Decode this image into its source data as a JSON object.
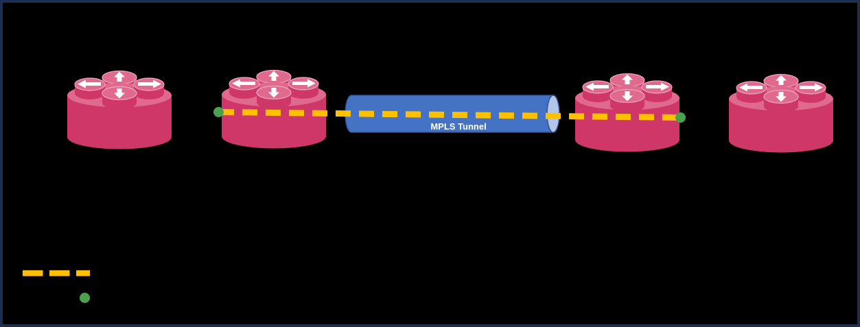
{
  "diagram": {
    "tunnel": {
      "label": "MPLS Tunnel"
    },
    "routers": [
      {
        "id": "router-1"
      },
      {
        "id": "router-2"
      },
      {
        "id": "router-3"
      },
      {
        "id": "router-4"
      }
    ],
    "path": {
      "style": "dashed",
      "endpoint_count": 2
    },
    "legend": {
      "items": [
        {
          "symbol": "dashed-line-sample"
        },
        {
          "symbol": "endpoint-dot-sample"
        }
      ]
    }
  },
  "colors": {
    "background": "#000000",
    "frame_border": "#1c2f52",
    "router_body": "#ce3767",
    "router_top": "#e0698e",
    "router_rim": "#f1a8c0",
    "arrow_white": "#ffffff",
    "tunnel_body": "#4472c4",
    "tunnel_border": "#2f528f",
    "tunnel_end": "#b3c6e9",
    "tunnel_label": "#ffffff",
    "path_dash_yellow": "#ffc000",
    "endpoint_green": "#4aa24f"
  },
  "icons": {
    "router": "router-icon",
    "tunnel": "mpls-tunnel-cylinder-icon",
    "path": "lsp-dashed-path",
    "endpoint": "endpoint-dot"
  }
}
